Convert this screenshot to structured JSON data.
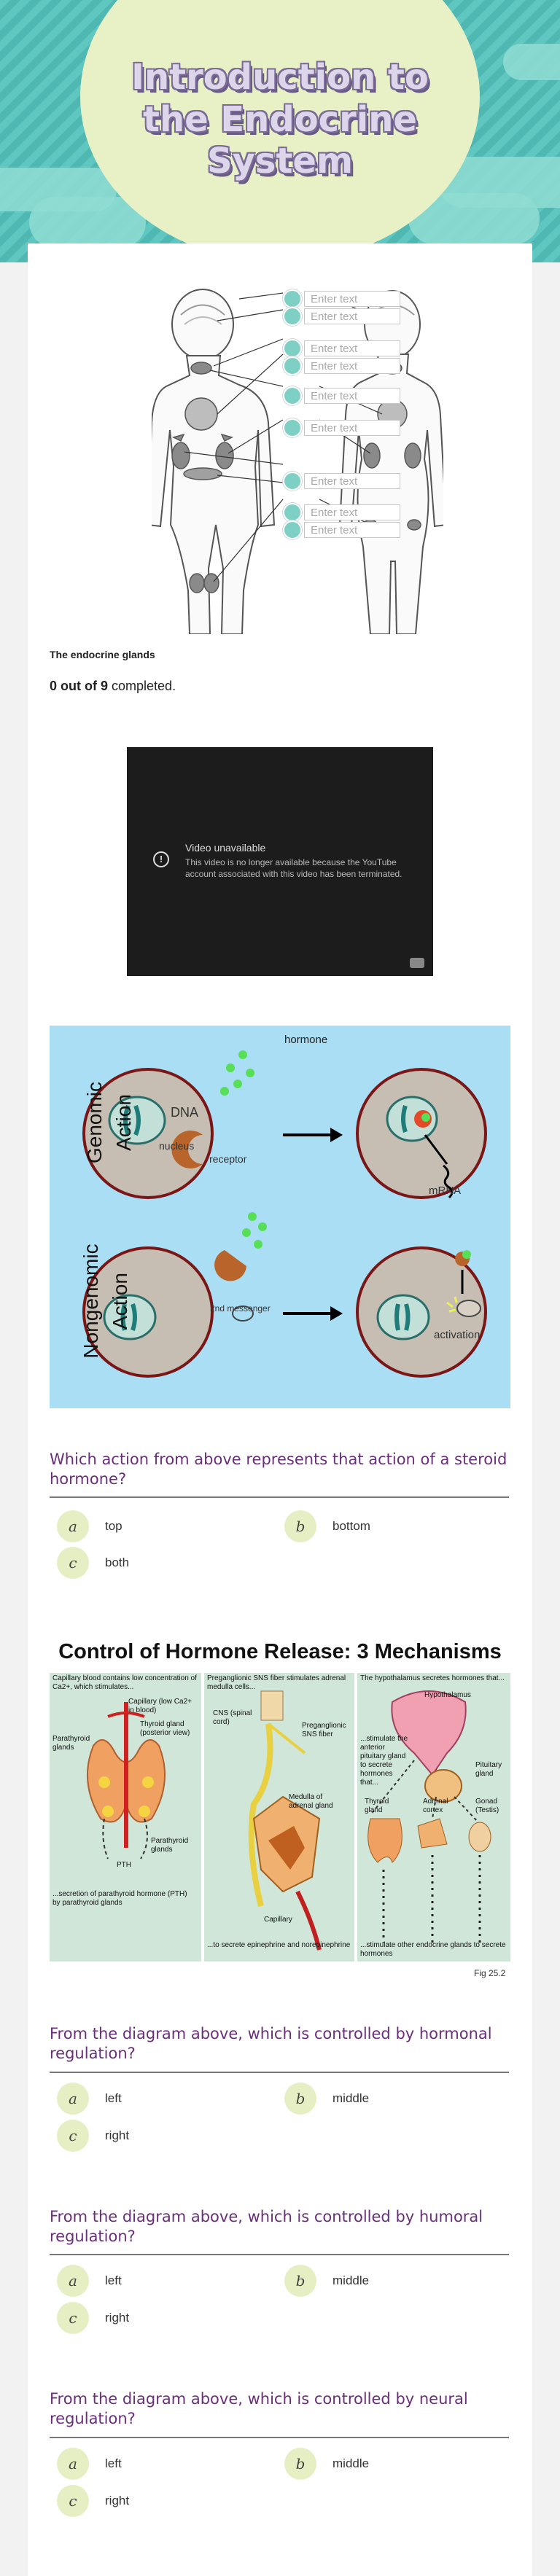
{
  "header": {
    "title": "Introduction to\nthe Endocrine\nSystem"
  },
  "hotspots": {
    "placeholder": "Enter text",
    "fields": [
      "Enter text",
      "Enter text",
      "Enter text",
      "Enter text",
      "Enter text",
      "Enter text",
      "Enter text",
      "Enter text",
      "Enter text"
    ]
  },
  "figure1": {
    "caption": "The endocrine glands"
  },
  "progress": {
    "count": "0 out of 9",
    "suffix": "completed."
  },
  "video": {
    "title": "Video unavailable",
    "message": "This video is no longer available because the YouTube account associated with this video has been terminated."
  },
  "action_diagram": {
    "hormone_label": "hormone",
    "genomic_label": "Genomic Action",
    "nongenomic_label": "Nongenomic Action",
    "dna_label": "DNA",
    "nucleus_label": "nucleus",
    "receptor_label": "receptor",
    "mrna_label": "mRNA",
    "messenger_label": "2nd messenger",
    "activation_label": "activation"
  },
  "question1": {
    "text": "Which action from above represents that action of a steroid hormone?",
    "options": [
      {
        "key": "a",
        "label": "top"
      },
      {
        "key": "b",
        "label": "bottom"
      },
      {
        "key": "c",
        "label": "both"
      }
    ]
  },
  "mechanisms": {
    "title": "Control of Hormone Release:  3 Mechanisms",
    "panel1_step1": "Capillary blood contains low concentration of Ca2+, which stimulates...",
    "panel1_capillary": "Capillary (low Ca2+ in blood)",
    "panel1_thyroid": "Thyroid gland (posterior view)",
    "panel1_parathyroid": "Parathyroid glands",
    "panel1_parathyroid2": "Parathyroid glands",
    "panel1_pth": "PTH",
    "panel1_step2": "...secretion of parathyroid hormone (PTH) by parathyroid glands",
    "panel2_step1": "Preganglionic SNS fiber stimulates adrenal medulla cells...",
    "panel2_cns": "CNS (spinal cord)",
    "panel2_fiber": "Preganglionic SNS fiber",
    "panel2_medulla": "Medulla of adrenal gland",
    "panel2_capillary": "Capillary",
    "panel2_step2": "...to secrete epinephrine and norepinephrine",
    "panel3_step1": "The hypothalamus secretes hormones that...",
    "panel3_hypothalamus": "Hypothalamus",
    "panel3_step2": "...stimulate the anterior pituitary gland to secrete hormones that...",
    "panel3_pituitary": "Pituitary gland",
    "panel3_thyroid": "Thyroid gland",
    "panel3_adrenal": "Adrenal cortex",
    "panel3_gonad": "Gonad (Testis)",
    "panel3_step3": "...stimulate other endocrine glands to secrete hormones",
    "fig_label": "Fig 25.2"
  },
  "question2": {
    "text": "From the diagram above, which is controlled by hormonal regulation?",
    "options": [
      {
        "key": "a",
        "label": "left"
      },
      {
        "key": "b",
        "label": "middle"
      },
      {
        "key": "c",
        "label": "right"
      }
    ]
  },
  "question3": {
    "text": "From the diagram above, which is controlled by humoral regulation?",
    "options": [
      {
        "key": "a",
        "label": "left"
      },
      {
        "key": "b",
        "label": "middle"
      },
      {
        "key": "c",
        "label": "right"
      }
    ]
  },
  "question4": {
    "text": "From the diagram above, which is controlled by neural regulation?",
    "options": [
      {
        "key": "a",
        "label": "left"
      },
      {
        "key": "b",
        "label": "middle"
      },
      {
        "key": "c",
        "label": "right"
      }
    ]
  }
}
